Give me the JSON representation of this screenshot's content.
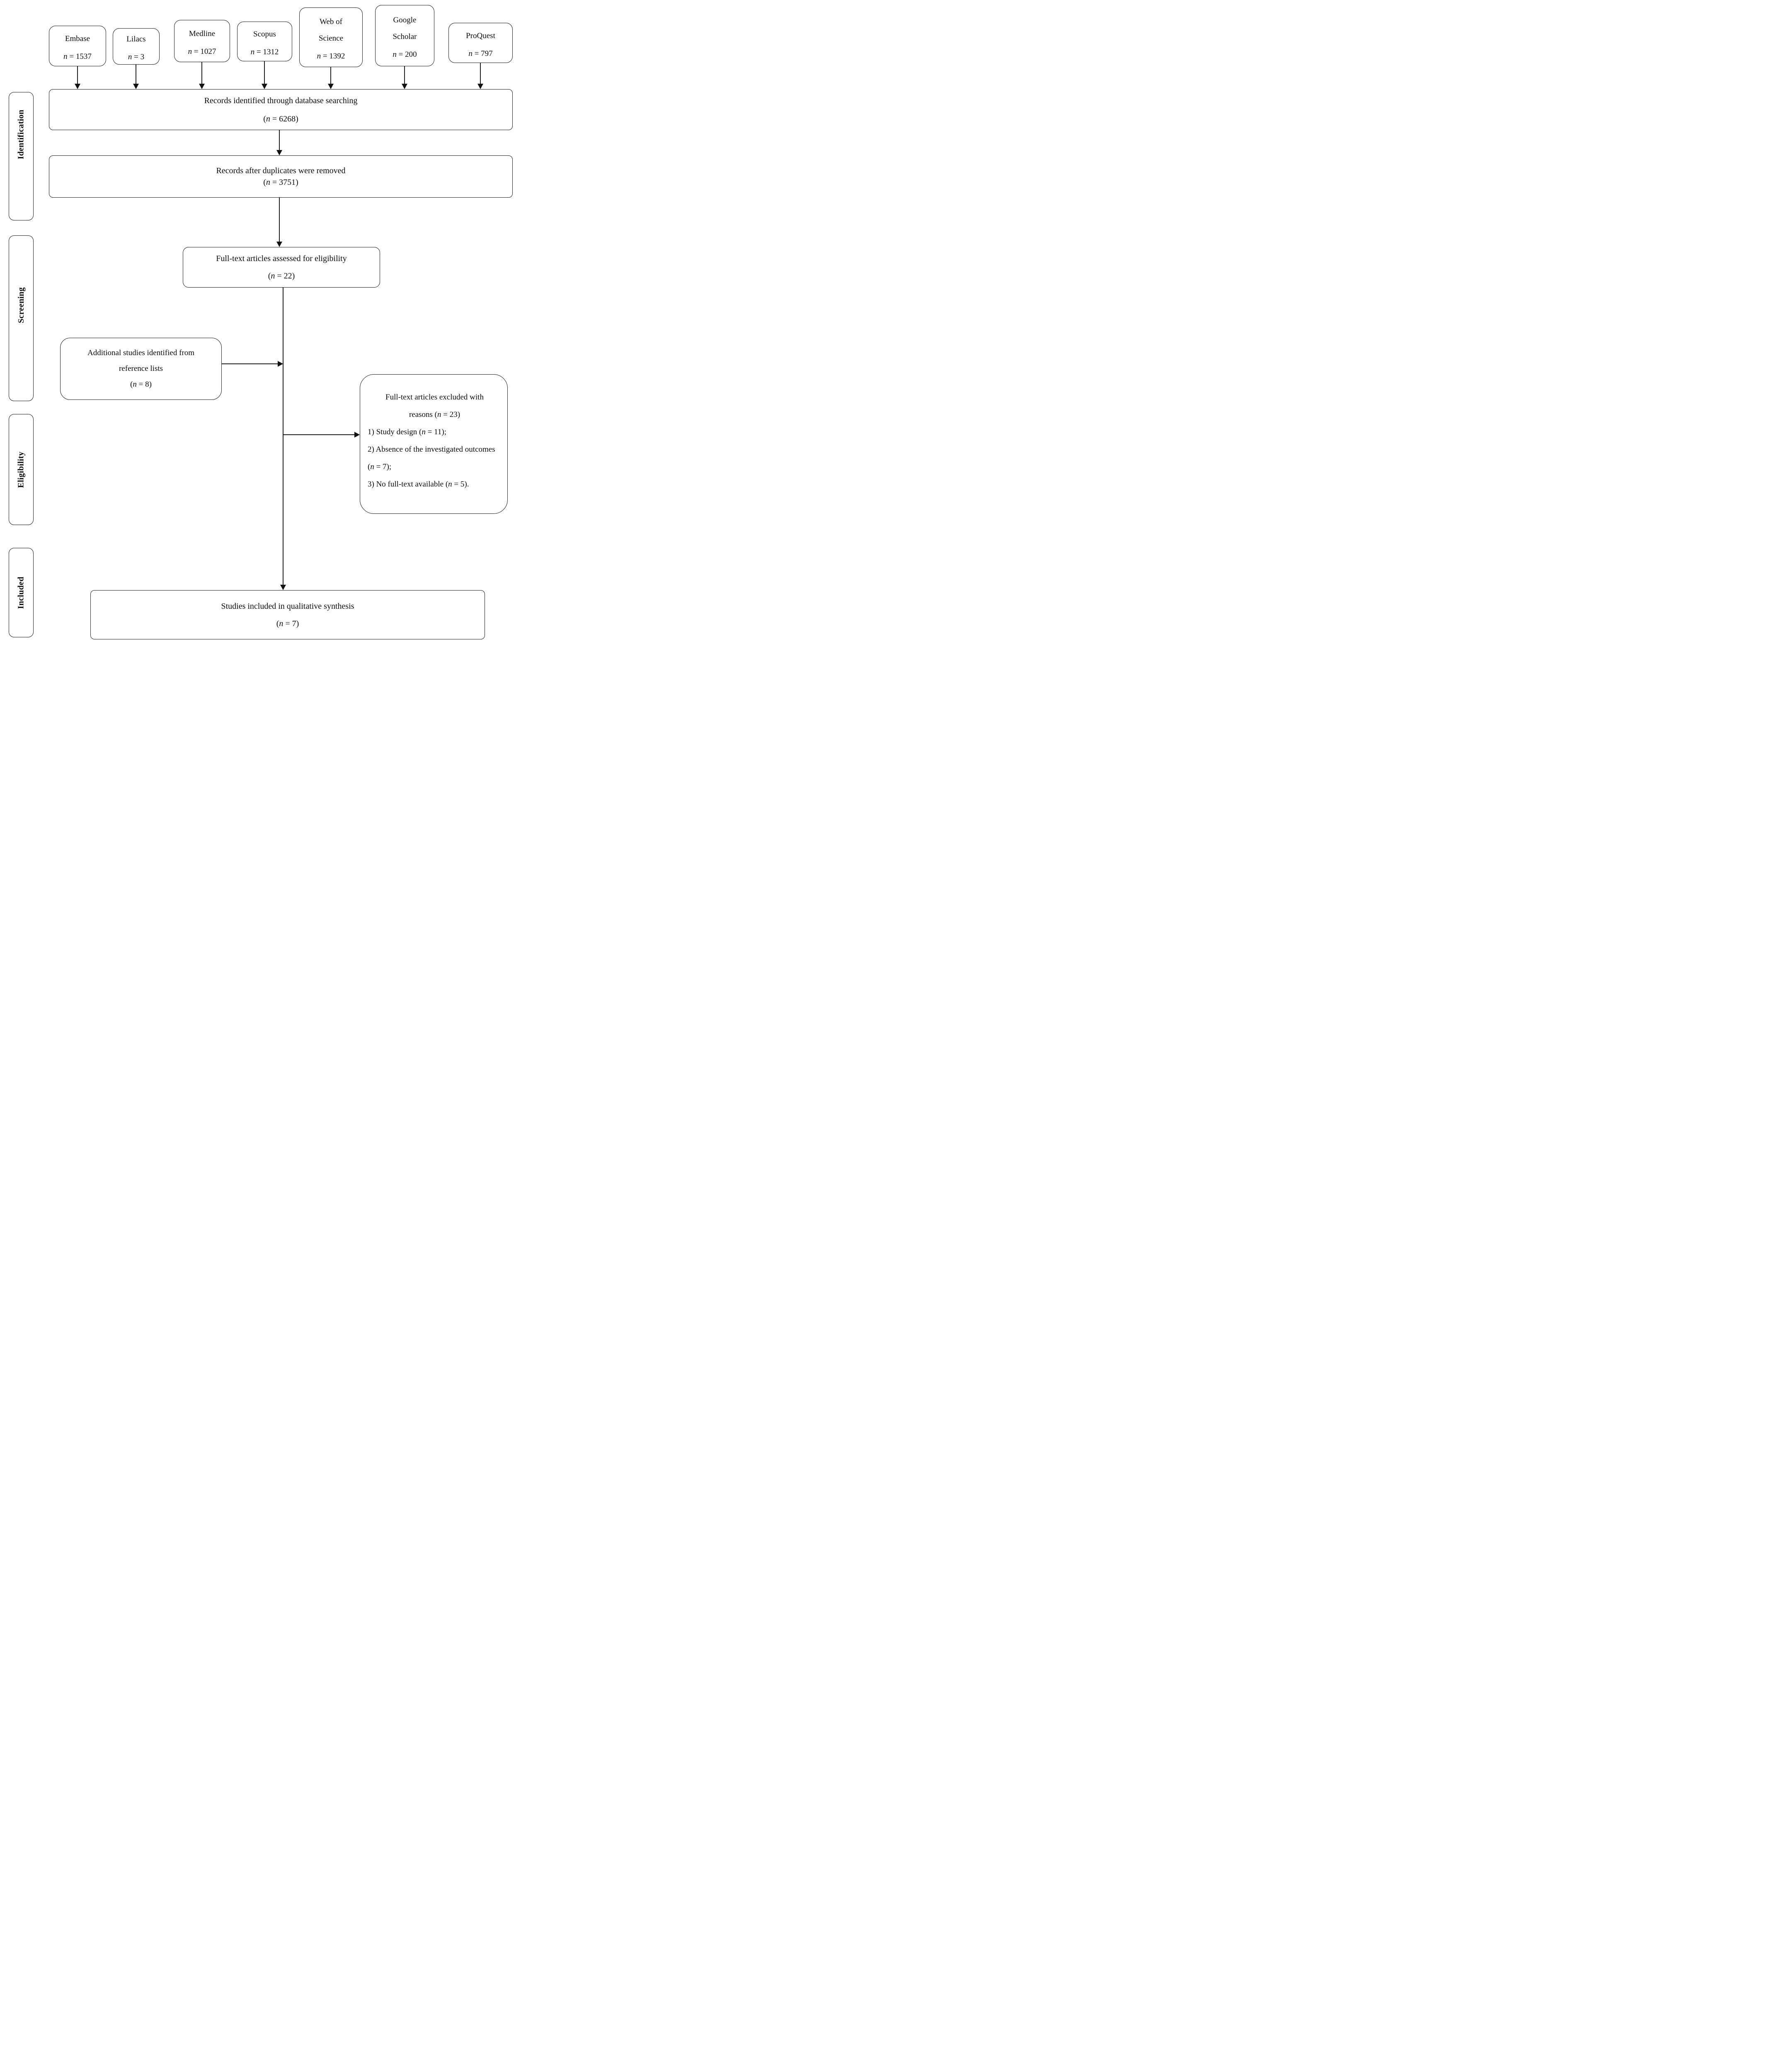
{
  "stages": [
    {
      "label": "Identification"
    },
    {
      "label": "Screening"
    },
    {
      "label": "Eligibility"
    },
    {
      "label": "Included"
    }
  ],
  "databases": [
    {
      "name": "Embase",
      "count": {
        "var": "n",
        "post": " = 1537"
      }
    },
    {
      "name": "Lilacs",
      "count": {
        "var": "n",
        "post": " = 3"
      }
    },
    {
      "name": "Medline",
      "count": {
        "var": "n",
        "post": " = 1027"
      }
    },
    {
      "name": "Scopus",
      "count": {
        "var": "n",
        "post": " = 1312"
      }
    },
    {
      "name": "Web of Science",
      "count": {
        "var": "n",
        "post": " = 1392"
      }
    },
    {
      "name": "Google Scholar",
      "count": {
        "var": "n",
        "post": " = 200"
      }
    },
    {
      "name": "ProQuest",
      "count": {
        "var": "n",
        "post": " = 797"
      }
    }
  ],
  "records_identified": {
    "text": "Records identified through database searching",
    "count": {
      "pre": "(",
      "var": "n",
      "post": " = 6268)"
    }
  },
  "records_deduplicated": {
    "text": "Records after duplicates were removed",
    "count": {
      "pre": "(",
      "var": "n",
      "post": " = 3751)"
    }
  },
  "fulltext_assessed": {
    "text": "Full-text articles assessed for eligibility",
    "count": {
      "pre": "(",
      "var": "n",
      "post": " = 22)"
    }
  },
  "additional_studies": {
    "line1": "Additional studies identified from",
    "line2": "reference lists",
    "count": {
      "pre": "(",
      "var": "n",
      "post": " = 8)"
    }
  },
  "excluded": {
    "line1": "Full-text articles excluded with",
    "line2": {
      "pre": "reasons (",
      "var": "n",
      "post": " = 23)"
    },
    "reasons": [
      {
        "pre": "1) Study design (",
        "var": "n",
        "post": " = 11);"
      },
      {
        "pre": "2) Absence of the investigated outcomes (",
        "var": "n",
        "post": " = 7);"
      },
      {
        "pre": "3) No full-text available (",
        "var": "n",
        "post": " = 5)."
      }
    ]
  },
  "included_synthesis": {
    "text": "Studies included in qualitative synthesis",
    "count": {
      "pre": "(",
      "var": "n",
      "post": " = 7)"
    }
  }
}
